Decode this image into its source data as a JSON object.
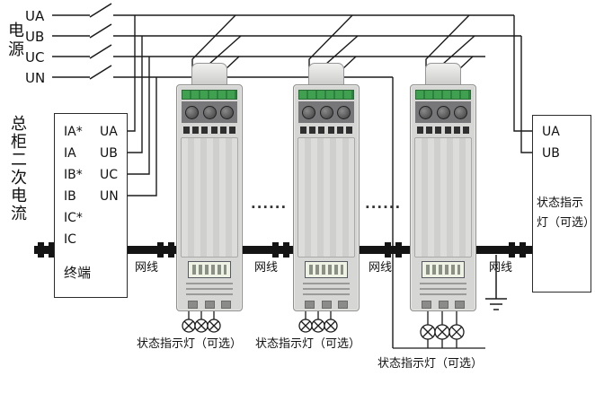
{
  "power_source": {
    "label": "电源",
    "phase_labels": [
      "UA",
      "UB",
      "UC",
      "UN"
    ]
  },
  "terminal_box": {
    "side_label": "总柜二次电流",
    "current_pins": [
      "IA*",
      "IA",
      "IB*",
      "IB",
      "IC*",
      "IC"
    ],
    "voltage_pins": [
      "UA",
      "UB",
      "UC",
      "UN"
    ],
    "name": "终端"
  },
  "network": {
    "cable_label": "网线"
  },
  "meter_row": {
    "ellipsis": "......"
  },
  "indicators": {
    "label": "状态指示灯（可选）"
  },
  "status_box": {
    "pins": [
      "UA",
      "UB"
    ],
    "note_lines": [
      "状态指示",
      "灯（可选）"
    ]
  },
  "colors": {
    "wire": "#1b1b1b",
    "rail": "#141414",
    "meter_green": "#3fa14f",
    "meter_body": "#d6d6d4"
  }
}
